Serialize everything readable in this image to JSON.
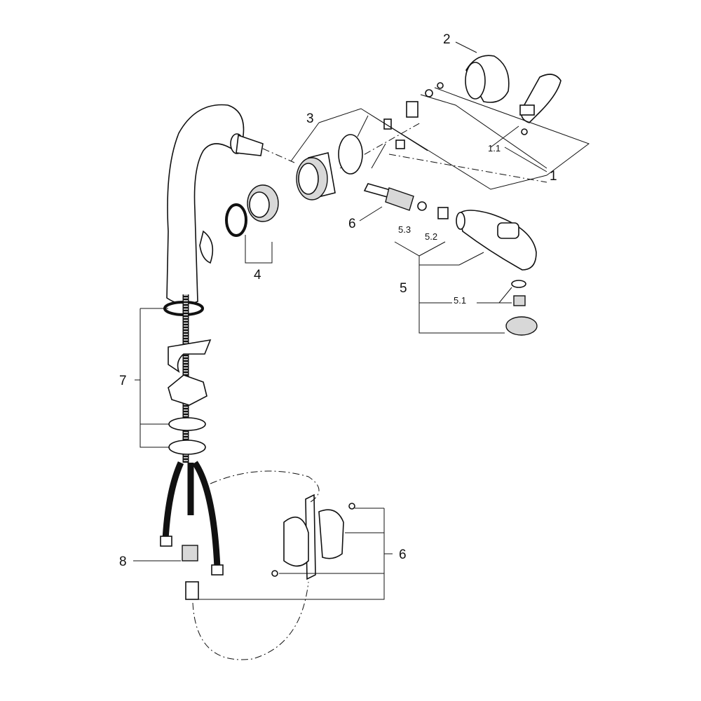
{
  "diagram": {
    "labels": {
      "cover": "2",
      "cartridge_set": "3",
      "handle_sub": "1.1",
      "handle": "1",
      "hose_upper": "6",
      "spray_53": "5.3",
      "spray_52": "5.2",
      "aerator_ring": "4",
      "spray_head": "5",
      "spray_51": "5.1",
      "mounting_set": "7",
      "connector": "8",
      "hose_weight": "6"
    }
  }
}
